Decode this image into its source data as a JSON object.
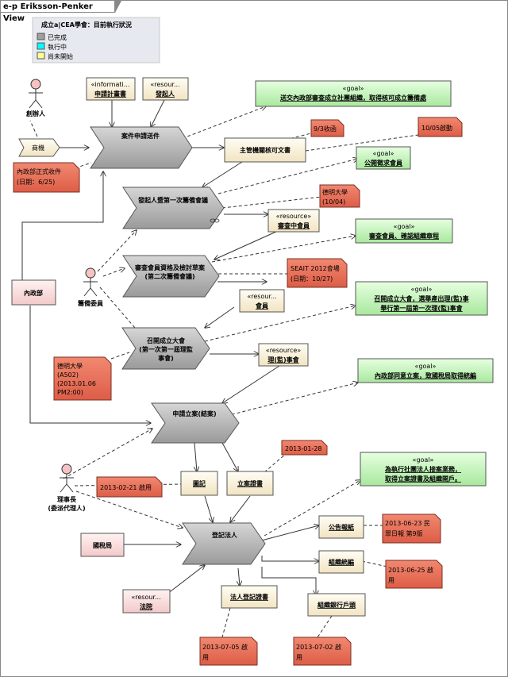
{
  "view_title": "e-p Eriksson-Penker View",
  "legend": {
    "title": "成立a|CEA學會：目前執行狀況",
    "items": [
      {
        "label": "已完成",
        "color": "#a0a0a0"
      },
      {
        "label": "執行中",
        "color": "#00ffff"
      },
      {
        "label": "尚未開始",
        "color": "#ffff99"
      }
    ]
  },
  "actors": {
    "founder": "創辦人",
    "committee": "籌備委員",
    "chairman_1": "理事長",
    "chairman_2": "(委派代理人)"
  },
  "processes": {
    "p1": "案件申請送件",
    "p2": "發起人暨第一次籌備會議",
    "p3_1": "審查會員資格及檢討草案",
    "p3_2": "(第二次籌備會議)",
    "p4_1": "召開成立大會",
    "p4_2": "(第一次第一屆理監",
    "p4_3": "事會)",
    "p5": "申請立案(結案)",
    "p6": "登記法人"
  },
  "inputs": {
    "merchant": "商機",
    "info_stereo": "«informati...",
    "info_name": "申請計畫書",
    "res_initiator_stereo": "«resour...",
    "res_initiator_name": "發起人",
    "ministry": "內政部",
    "tax_bureau": "國稅局",
    "res_court_stereo": "«resour...",
    "res_court_name": "法院"
  },
  "outputs": {
    "approval_doc": "主管機關核可文書",
    "res_review_stereo": "«resource»",
    "res_review_name": "審查中會員",
    "res_member_stereo": "«resour...",
    "res_member_name": "會員",
    "res_board_stereo": "«resource»",
    "res_board_name": "理(監)事會",
    "seal": "圖記",
    "cert": "立案證書",
    "gazette": "公告報紙",
    "org_code": "組織統編",
    "legal_cert": "法人登記證書",
    "bank": "組織銀行戶頭"
  },
  "goals": {
    "stereo": "«goal»",
    "g1": "送交內政部審查成立社團組織，取得核可成立籌備處",
    "g2": "公開徵求會員",
    "g3": "審查會員、確認組織章程",
    "g4_1": "召開成立大會，選舉產出理(監)事",
    "g4_2": "舉行第一屆第一次理(監)事會",
    "g5": "內政部同意立案，致國稅局取得統編",
    "g6_1": "為執行社團法人接案業務，",
    "g6_2": "取得立案證書及組織開戶。"
  },
  "notes": {
    "n1_1": "內政部正式收件",
    "n1_2": "(日期：6/25)",
    "n2": "9/3收函",
    "n3": "10/05啟動",
    "n4_1": "德明大學",
    "n4_2": "(10/04)",
    "n5_1": "SEAIT 2012會場",
    "n5_2": "(日期：10/27)",
    "n6_1": "德明大學",
    "n6_2": "(A502)",
    "n6_3": "(2013.01.06",
    "n6_4": "PM2:00)",
    "n7": "2013-01-28",
    "n8": "2013-02-21 啟用",
    "n9_1": "2013-06-23 民",
    "n9_2": "眾日報 第9版",
    "n10_1": "2013-06-25 啟",
    "n10_2": "用",
    "n11_1": "2013-07-05 啟",
    "n11_2": "用",
    "n12_1": "2013-07-02 啟",
    "n12_2": "用"
  },
  "colors": {
    "process_fill": "#b4b4b4",
    "info_fill": "#fdf6e3",
    "goal_fill": "#ccf5c4",
    "note_fill": "#e8705a",
    "actor_head": "#f6c2c2",
    "pink_box": "#f9dede"
  }
}
